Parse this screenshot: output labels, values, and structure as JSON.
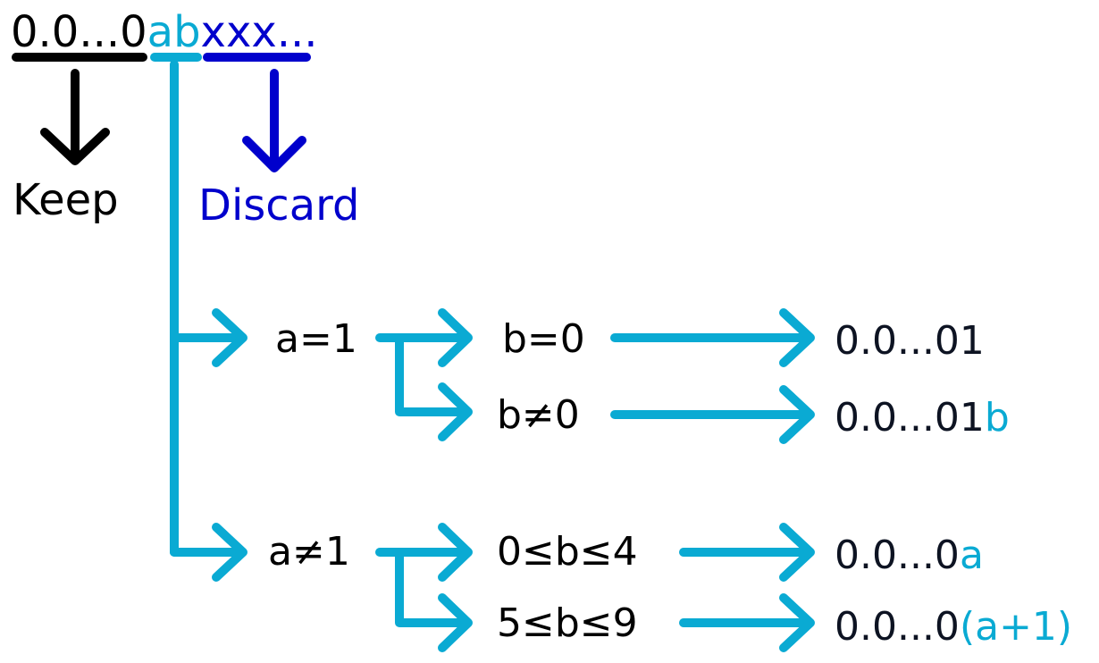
{
  "header": {
    "keep_digits": "0.0...0",
    "round_digits": "ab",
    "discard_digits": "xxx..."
  },
  "labels": {
    "keep": "Keep",
    "discard": "Discard"
  },
  "branches": {
    "a_is_1": {
      "condition": "a=1",
      "b_zero": {
        "condition": "b=0",
        "result": "0.0...01",
        "result_suffix": ""
      },
      "b_nonzero": {
        "condition": "b≠0",
        "result": "0.0...01",
        "result_suffix": "b"
      }
    },
    "a_not_1": {
      "condition": "a≠1",
      "b_low": {
        "condition": "0≤b≤4",
        "result": "0.0...0",
        "result_suffix": "a"
      },
      "b_high": {
        "condition": "5≤b≤9",
        "result": "0.0...0",
        "result_suffix": "(a+1)"
      }
    }
  },
  "colors": {
    "keep": "#000000",
    "round": "#0aaad3",
    "discard": "#0000cc",
    "result": "#0d1322"
  }
}
